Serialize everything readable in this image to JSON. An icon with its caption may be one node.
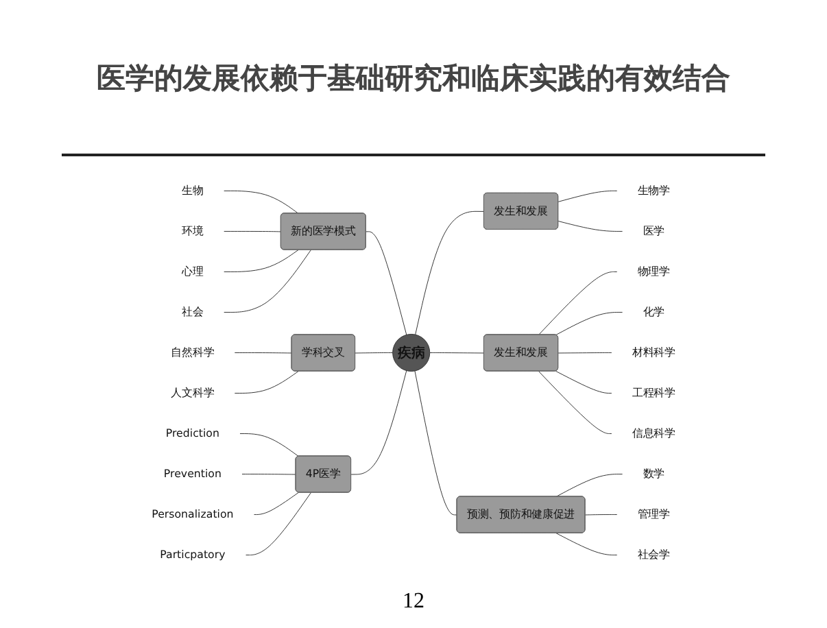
{
  "diagram": {
    "title": "医学的发展依赖于基础研究和临床实践的有效结合",
    "nodes": [
      {
        "text": [
          "疾病"
        ]
      },
      {
        "text": [
          "新的医学模式"
        ]
      },
      {
        "text": [
          "生物"
        ]
      },
      {
        "text": [
          "环境"
        ]
      },
      {
        "text": [
          "心理"
        ]
      },
      {
        "text": [
          "社会"
        ]
      },
      {
        "text": [
          "学科交叉"
        ]
      },
      {
        "text": [
          "自然科学"
        ]
      },
      {
        "text": [
          "人文科学"
        ]
      },
      {
        "text": [
          "4P医学"
        ]
      },
      {
        "text": [
          "Prediction"
        ]
      },
      {
        "text": [
          "Prevention"
        ]
      },
      {
        "text": [
          "Personalization"
        ]
      },
      {
        "text": [
          "Particpatory"
        ]
      },
      {
        "text": [
          "发生和发展"
        ]
      },
      {
        "text": [
          "生物学"
        ]
      },
      {
        "text": [
          "医学"
        ]
      },
      {
        "text": [
          "发生和发展"
        ]
      },
      {
        "text": [
          "物理学"
        ]
      },
      {
        "text": [
          "化学"
        ]
      },
      {
        "text": [
          "材料科学"
        ]
      },
      {
        "text": [
          "工程科学"
        ]
      },
      {
        "text": [
          "信息科学"
        ]
      },
      {
        "text": [
          "预测、预防和健康促进"
        ]
      },
      {
        "text": [
          "数学"
        ]
      },
      {
        "text": [
          "管理学"
        ]
      },
      {
        "text": [
          "社会学"
        ]
      }
    ],
    "edges": [
      {
        "from": 1,
        "to": 0,
        "arrow": "none"
      },
      {
        "from": 2,
        "to": 1,
        "arrow": "none"
      },
      {
        "from": 3,
        "to": 1,
        "arrow": "none"
      },
      {
        "from": 4,
        "to": 1,
        "arrow": "none"
      },
      {
        "from": 5,
        "to": 1,
        "arrow": "none"
      },
      {
        "from": 6,
        "to": 0,
        "arrow": "none"
      },
      {
        "from": 7,
        "to": 6,
        "arrow": "none"
      },
      {
        "from": 8,
        "to": 6,
        "arrow": "none"
      },
      {
        "from": 9,
        "to": 0,
        "arrow": "none"
      },
      {
        "from": 10,
        "to": 9,
        "arrow": "none"
      },
      {
        "from": 11,
        "to": 9,
        "arrow": "none"
      },
      {
        "from": 12,
        "to": 9,
        "arrow": "none"
      },
      {
        "from": 13,
        "to": 9,
        "arrow": "none"
      },
      {
        "from": 0,
        "to": 14,
        "arrow": "none"
      },
      {
        "from": 14,
        "to": 15,
        "arrow": "none"
      },
      {
        "from": 14,
        "to": 16,
        "arrow": "none"
      },
      {
        "from": 0,
        "to": 17,
        "arrow": "none"
      },
      {
        "from": 17,
        "to": 18,
        "arrow": "none"
      },
      {
        "from": 17,
        "to": 19,
        "arrow": "none"
      },
      {
        "from": 17,
        "to": 20,
        "arrow": "none"
      },
      {
        "from": 17,
        "to": 21,
        "arrow": "none"
      },
      {
        "from": 17,
        "to": 22,
        "arrow": "none"
      },
      {
        "from": 0,
        "to": 23,
        "arrow": "none"
      },
      {
        "from": 23,
        "to": 24,
        "arrow": "none"
      },
      {
        "from": 23,
        "to": 25,
        "arrow": "none"
      },
      {
        "from": 23,
        "to": 26,
        "arrow": "none"
      }
    ],
    "labels": [
      "12"
    ]
  }
}
